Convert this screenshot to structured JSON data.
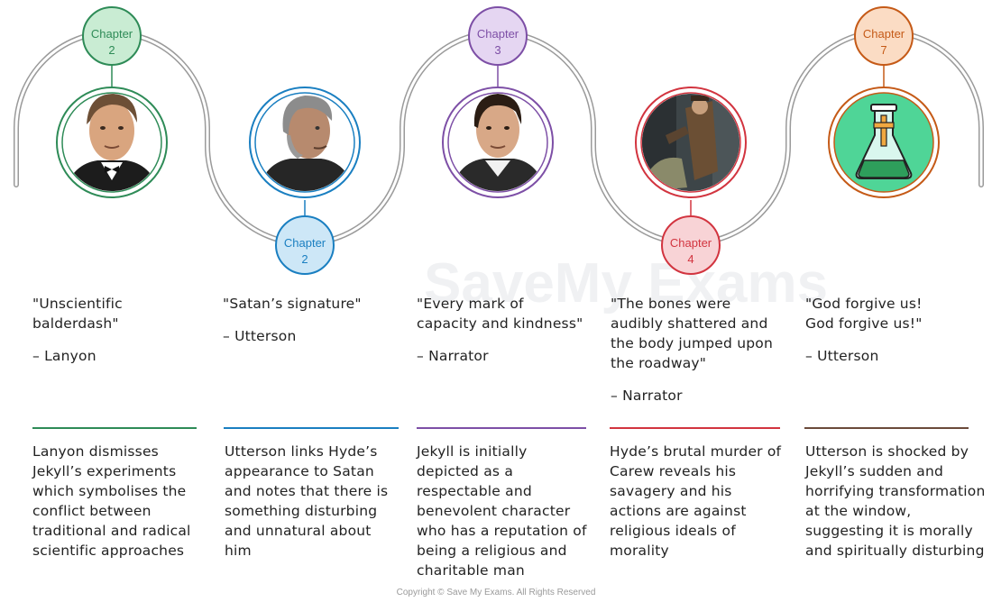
{
  "watermark": "SaveMy Exams",
  "copyright": "Copyright © Save My Exams. All Rights Reserved",
  "items": [
    {
      "badge_word": "Chapter",
      "badge_num": "2",
      "color": "#2e8b57",
      "fill": "#c9ecd3",
      "portrait": "lanyon-portrait",
      "quote": "\"Unscientific balderdash\"",
      "speaker": "– Lanyon",
      "description": "Lanyon dismisses Jekyll’s experiments which symbolises the conflict between traditional and radical scientific approaches"
    },
    {
      "badge_word": "Chapter",
      "badge_num": "2",
      "color": "#1a7fc1",
      "fill": "#cde7f7",
      "portrait": "utterson-portrait",
      "quote": "\"Satan’s signature\"",
      "speaker": "– Utterson",
      "description": "Utterson links Hyde’s appearance to Satan and notes that there is something disturbing and unnatural about him"
    },
    {
      "badge_word": "Chapter",
      "badge_num": "3",
      "color": "#7d4fa6",
      "fill": "#e5d6f2",
      "portrait": "jekyll-portrait",
      "quote": "\"Every mark of capacity and kindness\"",
      "speaker": "– Narrator",
      "description": "Jekyll is initially depicted as a respectable and benevolent character who has a reputation of being a religious and charitable man"
    },
    {
      "badge_word": "Chapter",
      "badge_num": "4",
      "color": "#d2343f",
      "fill": "#f8d3d6",
      "portrait": "hyde-attack-illustration",
      "quote": "\"The bones were audibly shattered and the body jumped upon the roadway\"",
      "speaker": "– Narrator",
      "description": "Hyde’s brutal murder of Carew reveals his savagery and his actions are against religious ideals of morality"
    },
    {
      "badge_word": "Chapter",
      "badge_num": "7",
      "color": "#c55a17",
      "fill": "#fbdcc4",
      "portrait": "potion-flask-icon",
      "quote": "\"God forgive us! God forgive us!\"",
      "speaker": "– Utterson",
      "description": "Utterson is shocked by Jekyll’s sudden and horrifying transformation at the window, suggesting it is morally and spiritually disturbing"
    }
  ]
}
